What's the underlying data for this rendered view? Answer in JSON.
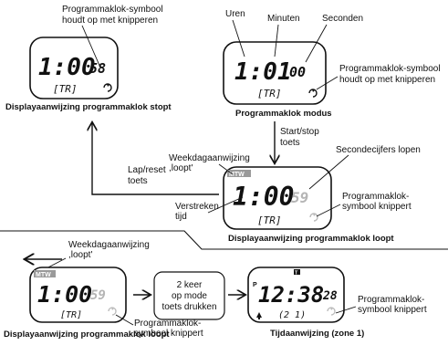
{
  "labels": {
    "symbol_stops": "Programmaklok-symbool houdt op met knipperen",
    "hours": "Uren",
    "minutes": "Minuten",
    "seconds": "Seconden",
    "symbol_blinks_line1": "Programmaklok-symbool",
    "symbol_blinks_line2": "houdt op met knipperen",
    "weekday_running_line1": "Weekdagaanwijzing",
    "weekday_running_line2": ",loopt'",
    "start_stop_line1": "Start/stop",
    "start_stop_line2": "toets",
    "second_digits_running": "Secondecijfers lopen",
    "lap_reset_line1": "Lap/reset",
    "lap_reset_line2": "toets",
    "elapsed_line1": "Verstreken",
    "elapsed_line2": "tijd",
    "symbol_blinking_a_line1": "Programmaklok-",
    "symbol_blinking_a_line2": "symbool knippert",
    "weekday_running2_line1": "Weekdagaanwijzing",
    "weekday_running2_line2": ",loopt'",
    "press_mode_line1": "2 keer",
    "press_mode_line2": "op mode",
    "press_mode_line3": "toets drukken",
    "symbol_blinking_b_line1": "Programmaklok-",
    "symbol_blinking_b_line2": "symbool knippert",
    "symbol_blinking_c_line1": "Programmaklok-",
    "symbol_blinking_c_line2": "symbool knippert"
  },
  "captions": {
    "stopped": "Displayaanwijzing programmaklok stopt",
    "mode": "Programmaklok modus",
    "running": "Displayaanwijzing programmaklok loopt",
    "running_bottom": "Displayaanwijzing programmaklok loopt",
    "time_zone": "Tijdaanwijzing (zone 1)"
  },
  "displays": {
    "stopped": {
      "main": "1:00",
      "seconds": "58",
      "sub": "[TR]"
    },
    "mode": {
      "main": "1:01",
      "seconds": "00",
      "sub": "[TR]"
    },
    "running": {
      "weekday": "MTW",
      "main": "1:00",
      "seconds": "59",
      "sub": "[TR]"
    },
    "running_bottom": {
      "weekday": "MTW",
      "main": "1:00",
      "seconds": "59",
      "sub": "[TR]"
    },
    "time": {
      "indicator_p": "P",
      "indicator_top": "T",
      "main": "12:38",
      "seconds": "28",
      "sub": "(2 1)"
    }
  },
  "icons": {
    "program_clock": "program-clock-icon",
    "alarm_bell": "bell-icon"
  }
}
